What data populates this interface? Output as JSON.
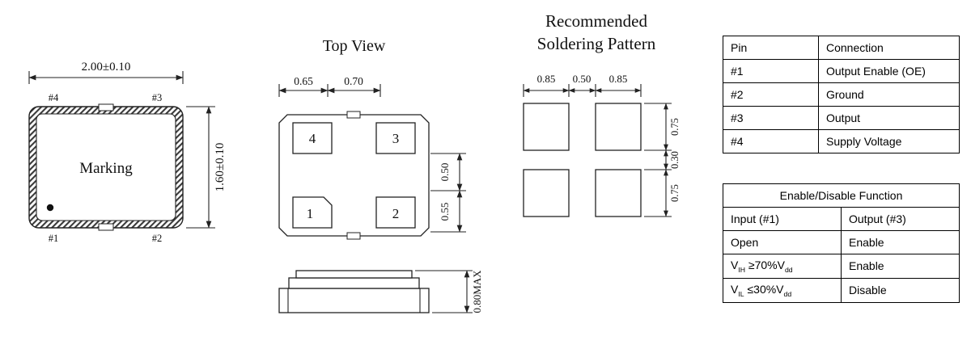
{
  "outline_drawing": {
    "width_dim": "2.00±0.10",
    "height_dim": "1.60±0.10",
    "marking": "Marking",
    "pin_top_left": "#4",
    "pin_top_right": "#3",
    "pin_bottom_left": "#1",
    "pin_bottom_right": "#2"
  },
  "top_view": {
    "title": "Top View",
    "dim_top_left": "0.65",
    "dim_top_right": "0.70",
    "dim_right_upper": "0.50",
    "dim_right_lower": "0.55",
    "side_height_dim": "0.80MAX",
    "pad_numbers": {
      "top_left": "4",
      "top_right": "3",
      "bottom_left": "1",
      "bottom_right": "2"
    }
  },
  "soldering_pattern": {
    "title_line1": "Recommended",
    "title_line2": "Soldering Pattern",
    "dim_top": [
      "0.85",
      "0.50",
      "0.85"
    ],
    "dim_right": [
      "0.75",
      "0.30",
      "0.75"
    ]
  },
  "pin_table": {
    "headers": [
      "Pin",
      "Connection"
    ],
    "rows": [
      [
        "#1",
        "Output Enable (OE)"
      ],
      [
        "#2",
        "Ground"
      ],
      [
        "#3",
        "Output"
      ],
      [
        "#4",
        "Supply Voltage"
      ]
    ]
  },
  "function_table": {
    "title": "Enable/Disable Function",
    "headers": [
      "Input (#1)",
      "Output (#3)"
    ],
    "rows": [
      {
        "input": [
          {
            "t": "Open"
          }
        ],
        "output": "Enable"
      },
      {
        "input": [
          {
            "t": "V"
          },
          {
            "t": "IH",
            "sub": true
          },
          {
            "t": " ≥70%V"
          },
          {
            "t": "dd",
            "sub": true
          }
        ],
        "output": "Enable"
      },
      {
        "input": [
          {
            "t": "V"
          },
          {
            "t": "IL",
            "sub": true
          },
          {
            "t": " ≤30%V"
          },
          {
            "t": "dd",
            "sub": true
          }
        ],
        "output": "Disable"
      }
    ]
  }
}
